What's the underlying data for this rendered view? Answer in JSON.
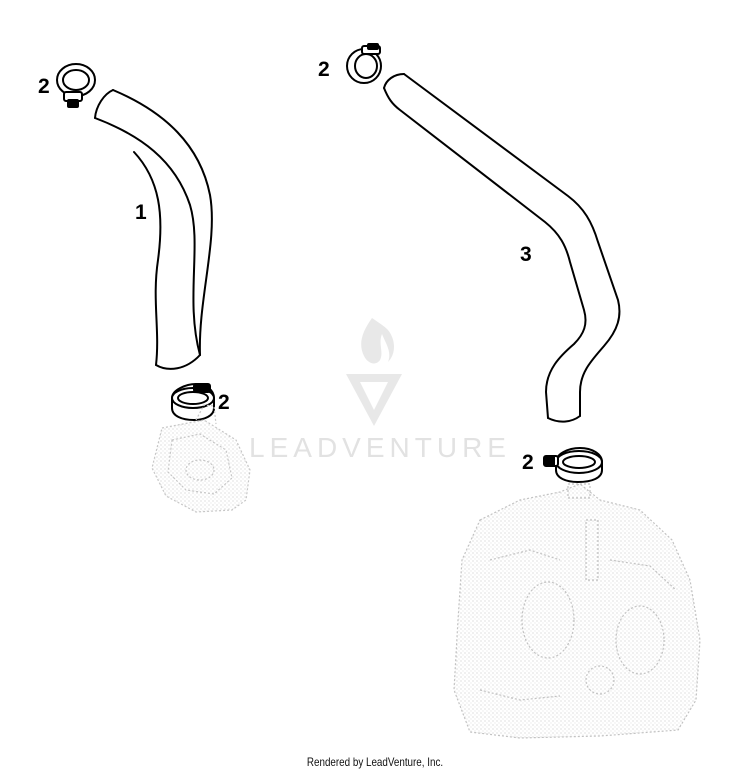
{
  "callouts": {
    "hose_left": "1",
    "hose_right": "3",
    "clamp_left_top": "2",
    "clamp_left_bottom": "2",
    "clamp_right_top": "2",
    "clamp_right_bottom": "2"
  },
  "watermark": {
    "brand": "LEADVENTURE"
  },
  "footer": {
    "credit": "Rendered by LeadVenture, Inc."
  },
  "colors": {
    "line": "#000000",
    "background": "#ffffff",
    "ghost_parts": "#bdbdbd",
    "watermark": "#e2e2e2"
  }
}
